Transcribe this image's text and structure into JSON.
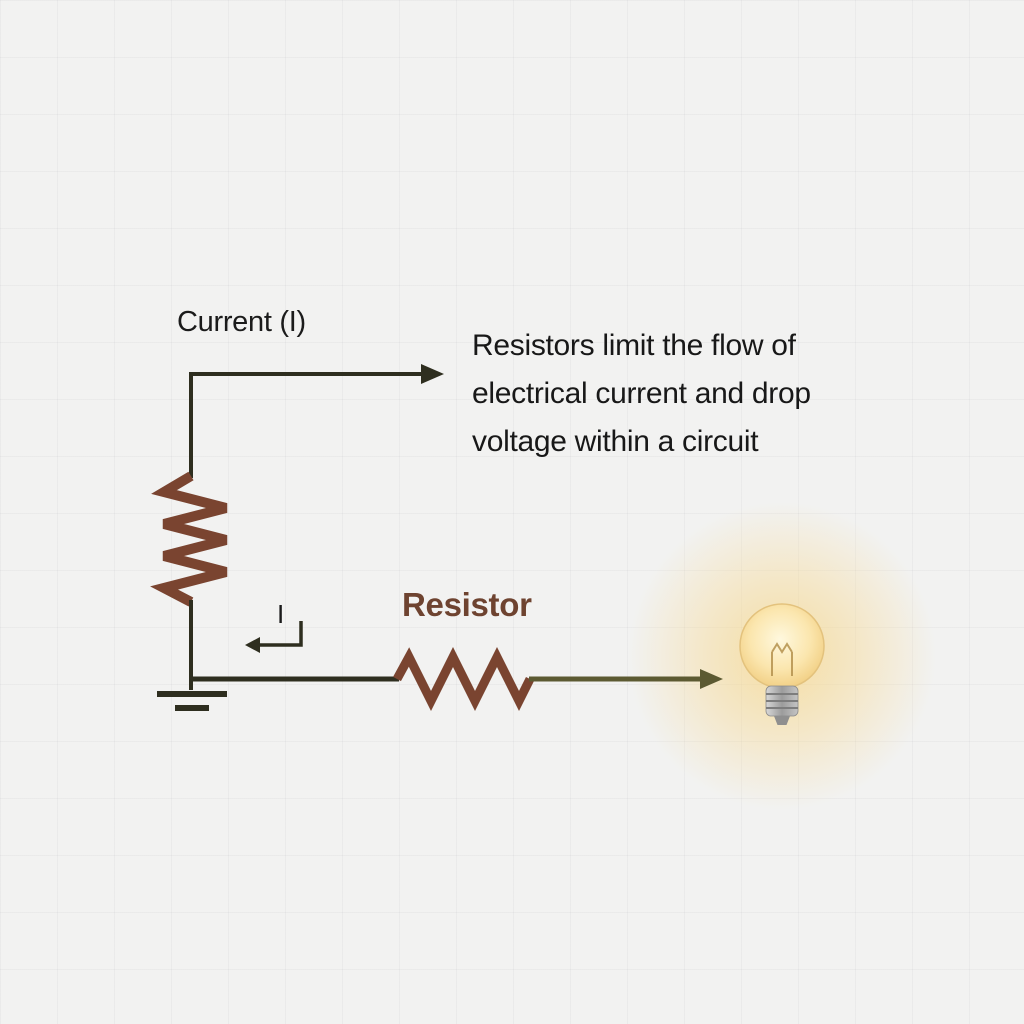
{
  "diagram": {
    "labels": {
      "current": "Current (I)",
      "resistor": "Resistor",
      "branch_current": "I"
    },
    "description": {
      "lines": [
        "Resistors limit the flow of",
        "electrical current and drop",
        "voltage within a circuit"
      ]
    },
    "colors": {
      "background": "#f2f2f1",
      "wire": "#2e2e1f",
      "wire_olive": "#5c5a32",
      "resistor": "#7a4430",
      "resistor_label": "#6e4330",
      "text": "#1b1b1b",
      "bulb_glow": "#f6d287",
      "bulb_glass": "#fbe6ae",
      "bulb_base": "#9c9c9c"
    },
    "icons": {
      "light_bulb": "light-bulb-icon",
      "ground": "ground-symbol-icon",
      "current_arrow": "current-arrow-icon",
      "branch_current_arrow": "branch-current-arrow-icon",
      "bulb_arrow": "bulb-arrow-icon"
    }
  }
}
